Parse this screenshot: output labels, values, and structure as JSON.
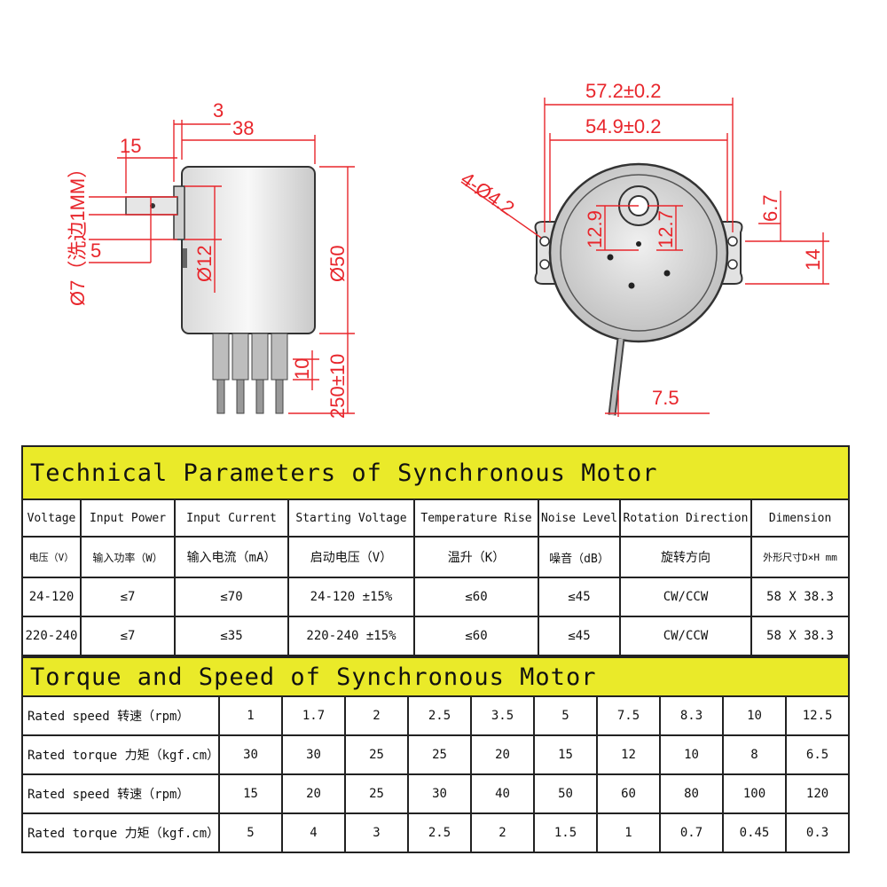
{
  "side_view": {
    "dims": {
      "d3": "3",
      "d38": "38",
      "d15": "15",
      "d5": "5",
      "phi7": "Ø7（洗边1MM）",
      "phi12": "Ø12",
      "phi50": "Ø50",
      "d10": "10",
      "d250": "250±10"
    }
  },
  "front_view": {
    "dims": {
      "d57": "57.2±0.2",
      "d54": "54.9±0.2",
      "holes": "4-Ø4.2",
      "d129": "12.9",
      "d127": "12.7",
      "d67": "6.7",
      "d14": "14",
      "d75": "7.5"
    }
  },
  "params_table": {
    "title": "Technical Parameters of Synchronous Motor",
    "headers_en": [
      "Voltage",
      "Input Power",
      "Input Current",
      "Starting Voltage",
      "Temperature Rise",
      "Noise Level",
      "Rotation Direction",
      "Dimension"
    ],
    "headers_cn": [
      "电压（V）",
      "输入功率（W）",
      "输入电流（mA）",
      "启动电压（V）",
      "温升（K）",
      "噪音（dB）",
      "旋转方向",
      "外形尺寸D×H mm"
    ],
    "rows": [
      [
        "24-120",
        "≤7",
        "≤70",
        "24-120 ±15%",
        "≤60",
        "≤45",
        "CW/CCW",
        "58 X 38.3"
      ],
      [
        "220-240",
        "≤7",
        "≤35",
        "220-240 ±15%",
        "≤60",
        "≤45",
        "CW/CCW",
        "58 X 38.3"
      ]
    ]
  },
  "torque_table": {
    "title": "Torque and Speed of Synchronous Motor",
    "rows": [
      {
        "label": "Rated speed 转速（rpm）",
        "values": [
          "1",
          "1.7",
          "2",
          "2.5",
          "3.5",
          "5",
          "7.5",
          "8.3",
          "10",
          "12.5"
        ]
      },
      {
        "label": "Rated torque 力矩（kgf.cm）",
        "values": [
          "30",
          "30",
          "25",
          "25",
          "20",
          "15",
          "12",
          "10",
          "8",
          "6.5"
        ]
      },
      {
        "label": "Rated speed 转速（rpm）",
        "values": [
          "15",
          "20",
          "25",
          "30",
          "40",
          "50",
          "60",
          "80",
          "100",
          "120"
        ]
      },
      {
        "label": "Rated torque 力矩（kgf.cm）",
        "values": [
          "5",
          "4",
          "3",
          "2.5",
          "2",
          "1.5",
          "1",
          "0.7",
          "0.45",
          "0.3"
        ]
      }
    ]
  }
}
